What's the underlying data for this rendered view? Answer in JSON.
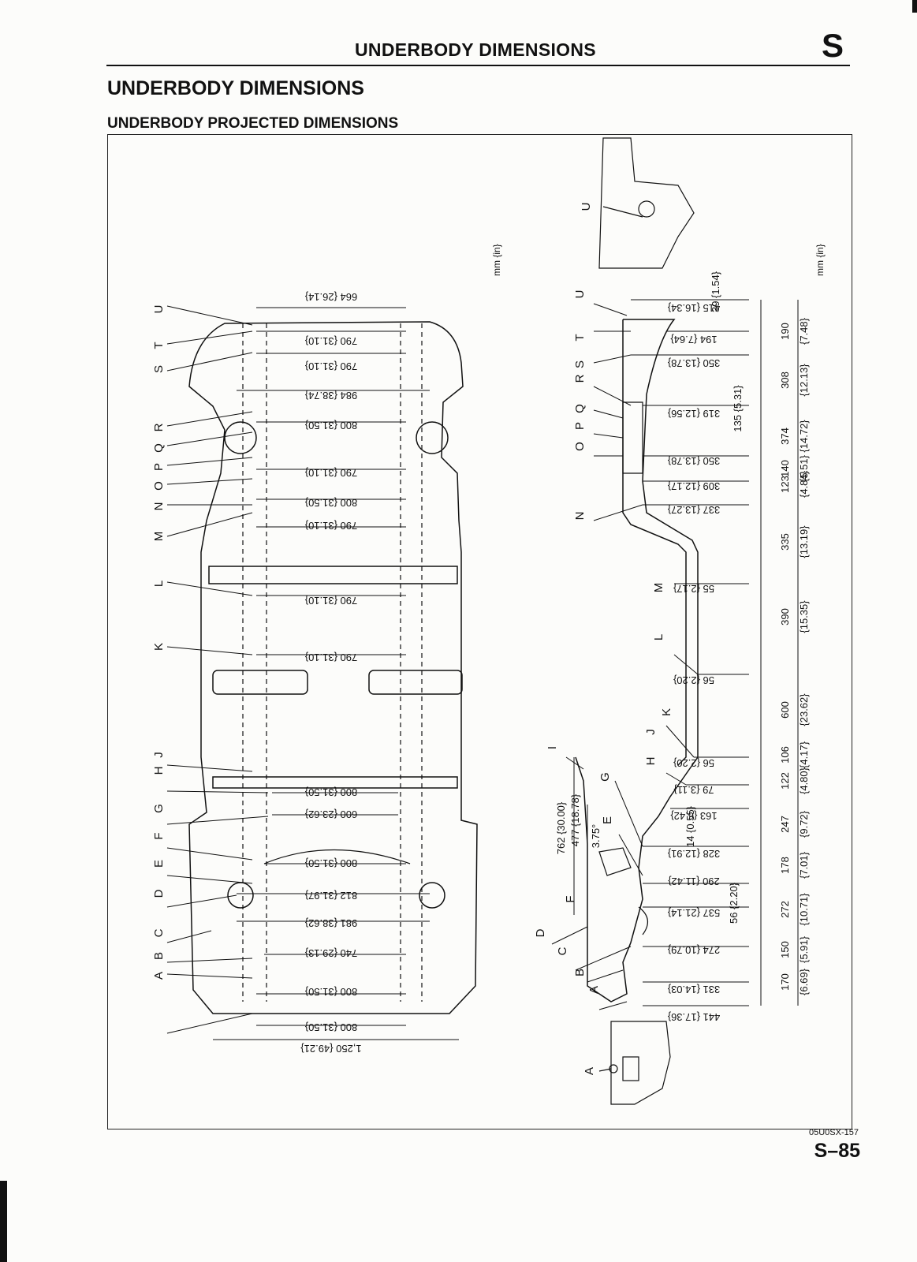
{
  "header": {
    "section_title": "UNDERBODY DIMENSIONS",
    "section_letter": "S"
  },
  "page": {
    "title": "UNDERBODY DIMENSIONS",
    "subtitle": "UNDERBODY PROJECTED DIMENSIONS",
    "ref_code": "05U0SX-157",
    "page_number": "S–85"
  },
  "units": "mm {in}",
  "plan_view": {
    "point_labels": [
      "U",
      "T",
      "S",
      "R",
      "Q",
      "P",
      "O",
      "N",
      "M",
      "L",
      "K",
      "J",
      "H",
      "G",
      "F",
      "E",
      "D",
      "C",
      "B",
      "A"
    ],
    "dimensions": [
      "664 {26.14}",
      "790 {31.10}",
      "790 {31.10}",
      "984 {38.74}",
      "800 {31.50}",
      "790 {31.10}",
      "800 {31.50}",
      "790 {31.10}",
      "790 {31.10}",
      "790 {31.10}",
      "800 {31.50}",
      "600 {23.62}",
      "800 {31.50}",
      "812 {31.97}",
      "981 {38.62}",
      "740 {29.13}",
      "800 {31.50}",
      "800 {31.50}",
      "1,250 {49.21}"
    ]
  },
  "side_view": {
    "point_labels": [
      "U",
      "T",
      "S",
      "R",
      "Q",
      "P",
      "O",
      "N",
      "M",
      "L",
      "K",
      "J",
      "H",
      "I",
      "G",
      "E",
      "F",
      "D",
      "C",
      "B",
      "A"
    ],
    "lengths": [
      "415 {16.34}",
      "194 {7.64}",
      "350 {13.78}",
      "319 {12.56}",
      "350 {13.78}",
      "309 {12.17}",
      "337 {13.27}",
      "55 {2.17}",
      "56 {2.20}",
      "56 {2.20}",
      "79 {3.11}",
      "163 {6.42}",
      "328 {12.91}",
      "290 {11.42}",
      "537 {21.14}",
      "274 {10.79}",
      "331 {14.03}",
      "441 {17.36}"
    ],
    "small_dims": [
      "39 {1.54}",
      "135 {5.31}",
      "14 {0.55}",
      "56 {2.20}",
      "3.75°"
    ],
    "heights": [
      "762 {30.00}",
      "477 {18.78}"
    ],
    "spacing_values": [
      "190",
      "308",
      "374",
      "140",
      "123",
      "335",
      "390",
      "600",
      "106",
      "122",
      "247",
      "178",
      "272",
      "150",
      "170"
    ],
    "spacing_inches": [
      "{7.48}",
      "{12.13}",
      "{14.72}",
      "{5.51}",
      "{4.84}",
      "{13.19}",
      "{15.35}",
      "{23.62}",
      "{4.17}",
      "{4.80}",
      "{9.72}",
      "{7.01}",
      "{10.71}",
      "{5.91}",
      "{6.69}"
    ]
  },
  "detail_labels": {
    "top": "U",
    "bottom": "A"
  }
}
